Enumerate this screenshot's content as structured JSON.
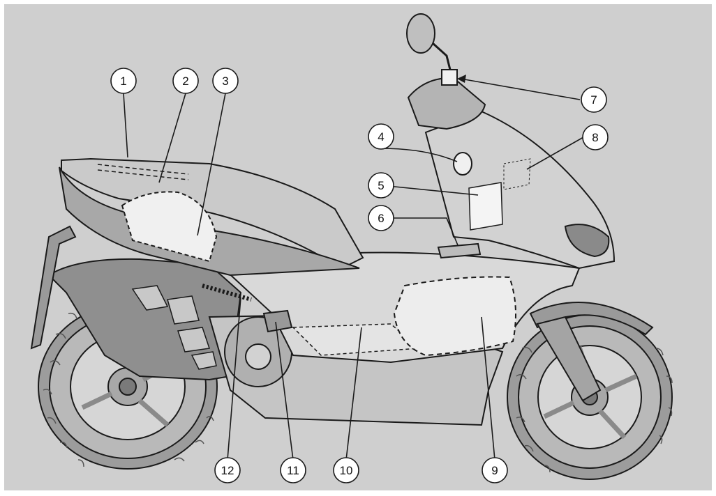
{
  "diagram": {
    "background_color": "#cfcfcf",
    "frame_color": "#ffffff",
    "line_color": "#1a1a1a",
    "panel_light": "#e6e6e6",
    "panel_mid": "#bdbdbd",
    "panel_dark": "#8c8c8c",
    "callouts": [
      {
        "id": "1",
        "label": "1"
      },
      {
        "id": "2",
        "label": "2"
      },
      {
        "id": "3",
        "label": "3"
      },
      {
        "id": "4",
        "label": "4"
      },
      {
        "id": "5",
        "label": "5"
      },
      {
        "id": "6",
        "label": "6"
      },
      {
        "id": "7",
        "label": "7"
      },
      {
        "id": "8",
        "label": "8"
      },
      {
        "id": "9",
        "label": "9"
      },
      {
        "id": "10",
        "label": "10"
      },
      {
        "id": "11",
        "label": "11"
      },
      {
        "id": "12",
        "label": "12"
      }
    ]
  }
}
